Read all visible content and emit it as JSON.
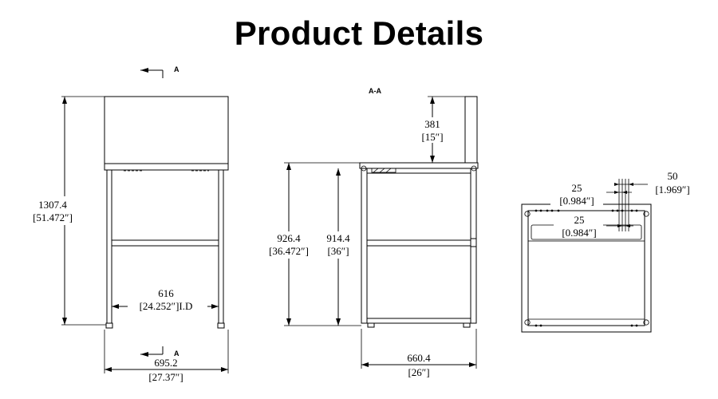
{
  "title": "Product Details",
  "front_view": {
    "section_mark_top": "A",
    "section_mark_bottom": "A",
    "height_mm": "1307.4",
    "height_in": "[51.472″]",
    "inner_width_mm": "616",
    "inner_width_in": "[24.252″]I.D",
    "overall_width_mm": "695.2",
    "overall_width_in": "[27.37″]"
  },
  "section_view": {
    "label": "A-A",
    "splash_height_mm": "381",
    "splash_height_in": "[15″]",
    "overall_height_mm": "926.4",
    "overall_height_in": "[36.472″]",
    "top_height_mm": "914.4",
    "top_height_in": "[36″]",
    "depth_mm": "660.4",
    "depth_in": "[26″]"
  },
  "top_view": {
    "slot_offset_mm": "25",
    "slot_offset_in": "[0.984″]",
    "slot_width_mm": "50",
    "slot_width_in": "[1.969″]",
    "slot2_offset_mm": "25",
    "slot2_offset_in": "[0.984″]"
  }
}
